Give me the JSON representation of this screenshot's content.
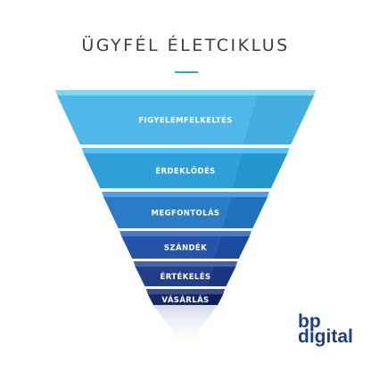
{
  "title": "ÜGYFÉL ÉLETCIKLUS",
  "colors": {
    "accent": "#2aa7de",
    "text_dark": "#3c3f46",
    "logo": "#1a3f8c"
  },
  "funnel": {
    "stages": [
      {
        "label": "FIGYELEMFELKELTÉS",
        "color": "#4fb8e9"
      },
      {
        "label": "ÉRDEKLŐDÉS",
        "color": "#2f9fd8"
      },
      {
        "label": "MEGFONTOLÁS",
        "color": "#2a7cc6"
      },
      {
        "label": "SZÁNDÉK",
        "color": "#2655a8"
      },
      {
        "label": "ÉRTÉKELÉS",
        "color": "#223f8a"
      },
      {
        "label": "VÁSÁRLÁS",
        "color": "#1b2a66"
      }
    ]
  },
  "logo": {
    "line1": "bp",
    "line2": "digital"
  }
}
